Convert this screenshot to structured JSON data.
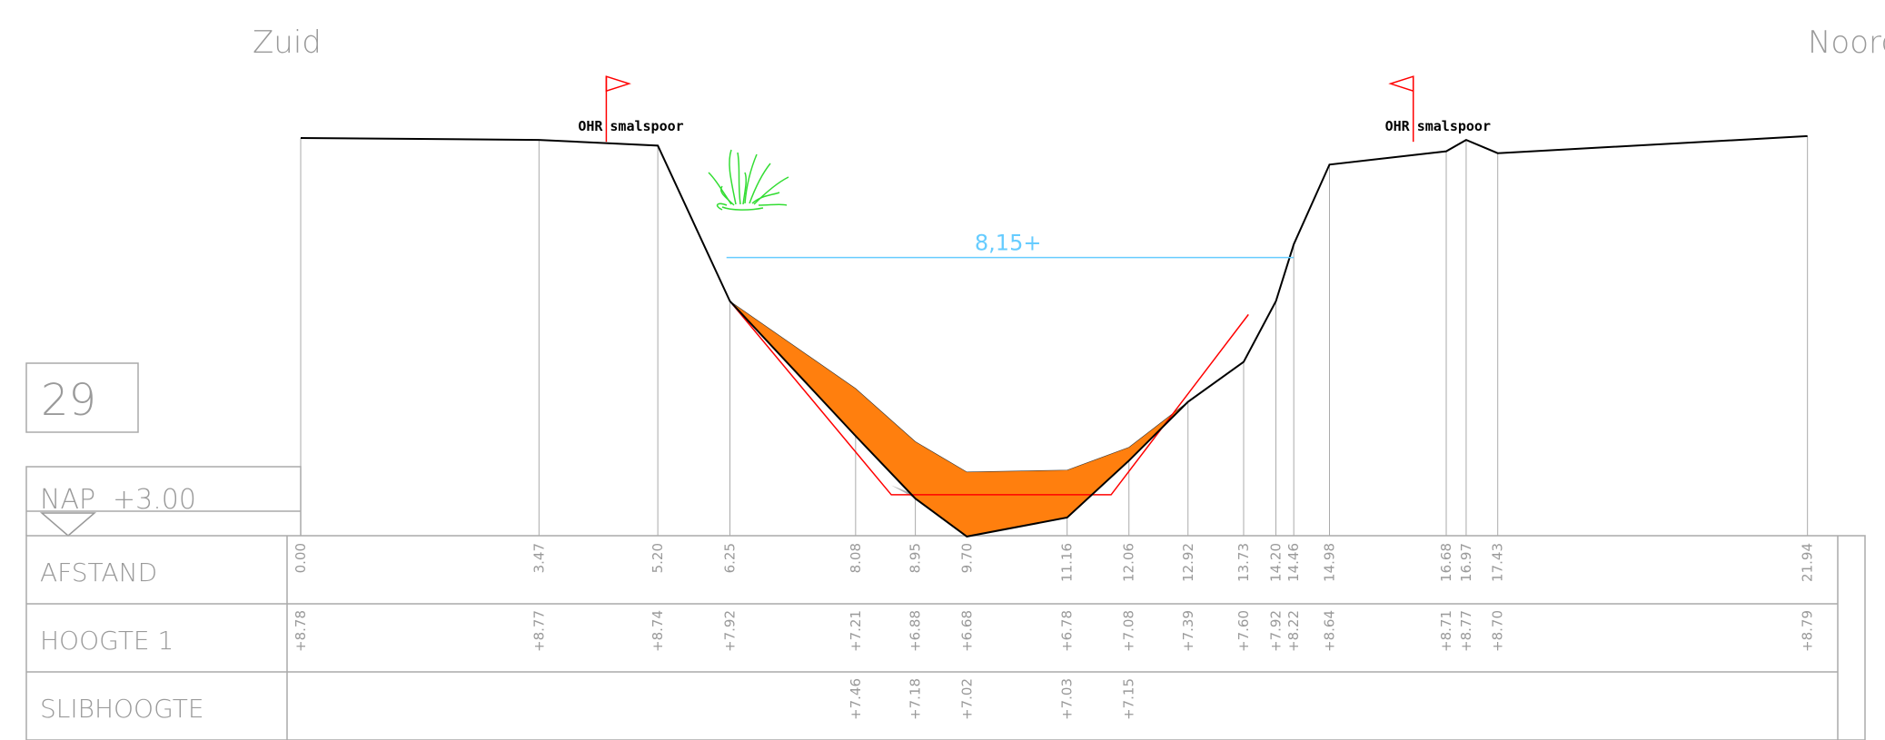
{
  "header": {
    "south_label": "Zuid",
    "north_label": "Noord"
  },
  "profile_number": "29",
  "reference": {
    "datum": "NAP",
    "level": "+3.00"
  },
  "markers": [
    {
      "label_a": "OHR",
      "label_b": "smalspoor",
      "flag_direction": "right"
    },
    {
      "label_a": "OHR",
      "label_b": "smalspoor",
      "flag_direction": "left"
    }
  ],
  "water_level_label": "8,15+",
  "table": {
    "rows": [
      {
        "key": "afstand",
        "label": "AFSTAND"
      },
      {
        "key": "hoogte",
        "label": "HOOGTE 1"
      },
      {
        "key": "slib",
        "label": "SLIBHOOGTE"
      }
    ]
  },
  "chart_data": {
    "type": "cross-section",
    "x_unit": "AFSTAND",
    "y_unit": "NAP",
    "stations": [
      {
        "afstand": "0.00",
        "hoogte": "+8.78",
        "slib": ""
      },
      {
        "afstand": "3.47",
        "hoogte": "+8.77",
        "slib": ""
      },
      {
        "afstand": "5.20",
        "hoogte": "+8.74",
        "slib": ""
      },
      {
        "afstand": "6.25",
        "hoogte": "+7.92",
        "slib": ""
      },
      {
        "afstand": "8.08",
        "hoogte": "+7.21",
        "slib": "+7.46"
      },
      {
        "afstand": "8.95",
        "hoogte": "+6.88",
        "slib": "+7.18"
      },
      {
        "afstand": "9.70",
        "hoogte": "+6.68",
        "slib": "+7.02"
      },
      {
        "afstand": "11.16",
        "hoogte": "+6.78",
        "slib": "+7.03"
      },
      {
        "afstand": "12.06",
        "hoogte": "+7.08",
        "slib": "+7.15"
      },
      {
        "afstand": "12.92",
        "hoogte": "+7.39",
        "slib": ""
      },
      {
        "afstand": "13.73",
        "hoogte": "+7.60",
        "slib": ""
      },
      {
        "afstand": "14.20",
        "hoogte": "+7.92",
        "slib": ""
      },
      {
        "afstand": "14.46",
        "hoogte": "+8.22",
        "slib": ""
      },
      {
        "afstand": "14.98",
        "hoogte": "+8.64",
        "slib": ""
      },
      {
        "afstand": "16.68",
        "hoogte": "+8.71",
        "slib": ""
      },
      {
        "afstand": "16.97",
        "hoogte": "+8.77",
        "slib": ""
      },
      {
        "afstand": "17.43",
        "hoogte": "+8.70",
        "slib": ""
      },
      {
        "afstand": "21.94",
        "hoogte": "+8.79",
        "slib": ""
      }
    ],
    "water_level": 8.15,
    "marker_afstand": [
      4.45,
      16.2
    ],
    "design_profile": [
      {
        "x": 6.25,
        "y": 7.92
      },
      {
        "x": 8.6,
        "y": 6.9
      },
      {
        "x": 11.8,
        "y": 6.9
      },
      {
        "x": 13.8,
        "y": 7.85
      }
    ]
  },
  "colors": {
    "ground": "#000000",
    "sludge_fill": "#ff7f0e",
    "bottom_fill": "#b3b3b3",
    "water": "#66ccff",
    "design": "#ff0000",
    "vegetation": "#33dd33",
    "grid": "#aaaaaa",
    "text_muted": "#9a9a9a"
  }
}
